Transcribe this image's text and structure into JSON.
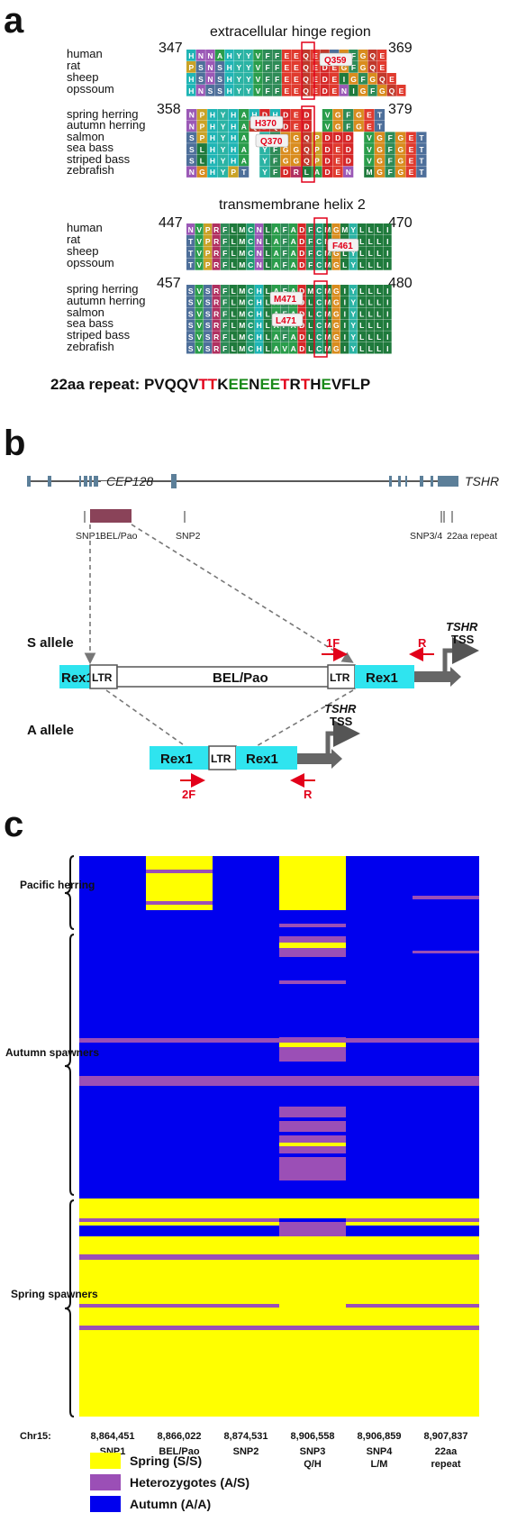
{
  "panel_a": {
    "letter": "a",
    "block1": {
      "title": "extracellular hinge region",
      "mammal_start": "347",
      "mammal_end": "369",
      "fish_start": "358",
      "fish_end": "379",
      "mammal_species": [
        "human",
        "rat",
        "sheep",
        "opssoum"
      ],
      "fish_species": [
        "spring herring",
        "autumn herring",
        "salmon",
        "sea bass",
        "striped bass",
        "zebrafish"
      ],
      "mammal_seqs": [
        "HNNAHYYVFFEEQEQSGFGQE",
        "PSNSHYYVFFEEQEDEGFGQE",
        "HSNSHYYVFFEEQEDEIGFGQE",
        "HNSSHYYVFFEEQEDENIGFGQE"
      ],
      "fish_seqs": [
        "NPHYHAHDHDED-VGFGET",
        "NPHYHAQDQDED-VGFGET",
        "SPHYHA-YFGGQPDDD-VGFGET",
        "SLHYHA-YFGGQPDED-VGFGET",
        "SLHYHA-YFGGQPDED-VGFGET",
        "NGHYPT-YFDRLADEN-MGFGET"
      ],
      "callouts": [
        "Q359",
        "H370",
        "Q370"
      ]
    },
    "block2": {
      "title": "transmembrane helix 2",
      "mammal_start": "447",
      "mammal_end": "470",
      "fish_start": "457",
      "fish_end": "480",
      "mammal_species": [
        "human",
        "rat",
        "sheep",
        "opssoum"
      ],
      "fish_species": [
        "spring herring",
        "autumn herring",
        "salmon",
        "sea bass",
        "striped bass",
        "zebrafish"
      ],
      "mammal_seqs": [
        "NVPRFLMCNLAFADFCMGMYLLLI",
        "TVPRFLMCNLAFADFCMGLYLLLI",
        "TVPRFLMCNLAFADFCMGLYLLLI",
        "TVPRFLMCNLAFADFCMGLYLLLI"
      ],
      "fish_seqs": [
        "SVSRFLMCHLAFADMCMGIYLLLI",
        "SVSRFLMCHLAFADLCMGIYLLLI",
        "SVSRFLMCHLAFADLCMGIYLLLI",
        "SVSRFLMCHLAFADLCMGIYLLLI",
        "SVSRFLMCHLAFADLCMGIYLLLI",
        "SVSRFLMCHLAVADLCMGIYLLLI"
      ],
      "callouts": [
        "F461",
        "M471",
        "L471"
      ]
    },
    "repeat": {
      "label": "22aa repeat: ",
      "segments": [
        {
          "text": "PVQQV",
          "color": "#111111"
        },
        {
          "text": "TT",
          "color": "#e2001a"
        },
        {
          "text": "K",
          "color": "#111111"
        },
        {
          "text": "EE",
          "color": "#1a8a1a"
        },
        {
          "text": "N",
          "color": "#111111"
        },
        {
          "text": "EE",
          "color": "#1a8a1a"
        },
        {
          "text": "T",
          "color": "#e2001a"
        },
        {
          "text": "R",
          "color": "#111111"
        },
        {
          "text": "T",
          "color": "#e2001a"
        },
        {
          "text": "H",
          "color": "#111111"
        },
        {
          "text": "E",
          "color": "#1a8a1a"
        },
        {
          "text": "VFLP",
          "color": "#111111"
        }
      ]
    }
  },
  "panel_b": {
    "letter": "b",
    "genes": [
      "CEP128",
      "TSHR"
    ],
    "markers": [
      "SNP1",
      "BEL/Pao",
      "SNP2",
      "SNP3/4",
      "22aa repeat"
    ],
    "s_allele": {
      "label": "S allele",
      "boxes": [
        "Rex1",
        "LTR",
        "BEL/Pao",
        "LTR",
        "Rex1"
      ],
      "primers": [
        "1F",
        "R"
      ],
      "tss_gene": "TSHR",
      "tss": "TSS"
    },
    "a_allele": {
      "label": "A allele",
      "boxes": [
        "Rex1",
        "LTR",
        "Rex1"
      ],
      "primers": [
        "2F",
        "R"
      ],
      "tss_gene": "TSHR",
      "tss": "TSS"
    }
  },
  "panel_c": {
    "letter": "c",
    "groups": [
      "Pacific herring",
      "Autumn spawners",
      "Spring spawners"
    ],
    "chr_label": "Chr15:",
    "loci": [
      {
        "coord": "8,864,451",
        "name": "SNP1",
        "sub": ""
      },
      {
        "coord": "8,866,022",
        "name": "BEL/Pao",
        "sub": ""
      },
      {
        "coord": "8,874,531",
        "name": "SNP2",
        "sub": ""
      },
      {
        "coord": "8,906,558",
        "name": "SNP3",
        "sub": "Q/H"
      },
      {
        "coord": "8,906,859",
        "name": "SNP4",
        "sub": "L/M"
      },
      {
        "coord": "8,907,837",
        "name": "22aa",
        "sub": "repeat"
      }
    ],
    "legend": [
      {
        "label": "Spring (S/S)",
        "color": "#ffff00"
      },
      {
        "label": "Heterozygotes (A/S)",
        "color": "#9b4fb6"
      },
      {
        "label": "Autumn (A/A)",
        "color": "#0000ee"
      }
    ],
    "colors": {
      "spring": "#ffff00",
      "het": "#9b4fb6",
      "autumn": "#0000ee"
    }
  }
}
